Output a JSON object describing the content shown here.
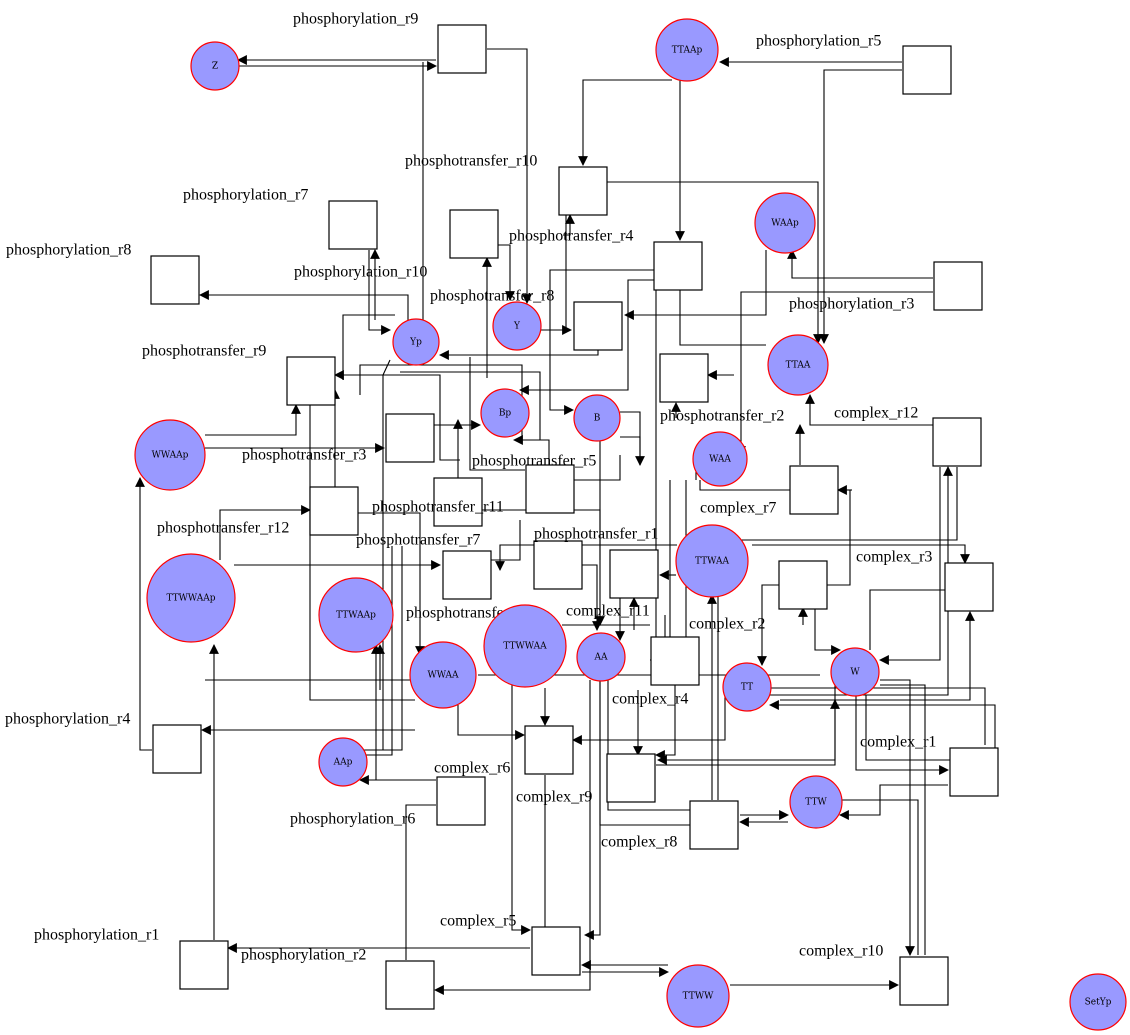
{
  "colors": {
    "species_fill": "#9999ff",
    "species_stroke": "#ff0000",
    "reaction_fill": "#ffffff",
    "edge": "#000000"
  },
  "species": [
    {
      "id": "Z",
      "label": "Z"
    },
    {
      "id": "TTAAp",
      "label": "TTAAp"
    },
    {
      "id": "WAAp",
      "label": "WAAp"
    },
    {
      "id": "Yp",
      "label": "Yp"
    },
    {
      "id": "Y",
      "label": "Y"
    },
    {
      "id": "TTAA",
      "label": "TTAA"
    },
    {
      "id": "Bp",
      "label": "Bp"
    },
    {
      "id": "B",
      "label": "B"
    },
    {
      "id": "WWAAp",
      "label": "WWAAp"
    },
    {
      "id": "WAA",
      "label": "WAA"
    },
    {
      "id": "TTWAA",
      "label": "TTWAA"
    },
    {
      "id": "TTWWAAp",
      "label": "TTWWAAp"
    },
    {
      "id": "TTWAAp",
      "label": "TTWAAp"
    },
    {
      "id": "TTWWAA",
      "label": "TTWWAA"
    },
    {
      "id": "AA",
      "label": "AA"
    },
    {
      "id": "WWAA",
      "label": "WWAA"
    },
    {
      "id": "W",
      "label": "W"
    },
    {
      "id": "TT",
      "label": "TT"
    },
    {
      "id": "AAp",
      "label": "AAp"
    },
    {
      "id": "TTW",
      "label": "TTW"
    },
    {
      "id": "TTWW",
      "label": "TTWW"
    },
    {
      "id": "SetYp",
      "label": "SetYp"
    }
  ],
  "reactions": [
    {
      "id": "phosphorylation_r9",
      "label": "phosphorylation_r9"
    },
    {
      "id": "phosphorylation_r5",
      "label": "phosphorylation_r5"
    },
    {
      "id": "phosphotransfer_r10",
      "label": "phosphotransfer_r10"
    },
    {
      "id": "phosphorylation_r7",
      "label": "phosphorylation_r7"
    },
    {
      "id": "phosphotransfer_r4",
      "label": "phosphotransfer_r4"
    },
    {
      "id": "phosphorylation_r8",
      "label": "phosphorylation_r8"
    },
    {
      "id": "phosphorylation_r10",
      "label": "phosphorylation_r10"
    },
    {
      "id": "phosphotransfer_r8",
      "label": "phosphotransfer_r8"
    },
    {
      "id": "phosphorylation_r3",
      "label": "phosphorylation_r3"
    },
    {
      "id": "phosphotransfer_r9",
      "label": "phosphotransfer_r9"
    },
    {
      "id": "phosphotransfer_r2",
      "label": "phosphotransfer_r2"
    },
    {
      "id": "complex_r12",
      "label": "complex_r12"
    },
    {
      "id": "phosphotransfer_r3",
      "label": "phosphotransfer_r3"
    },
    {
      "id": "phosphotransfer_r5",
      "label": "phosphotransfer_r5"
    },
    {
      "id": "phosphotransfer_r11",
      "label": "phosphotransfer_r11"
    },
    {
      "id": "complex_r7",
      "label": "complex_r7"
    },
    {
      "id": "phosphotransfer_r12",
      "label": "phosphotransfer_r12"
    },
    {
      "id": "phosphotransfer_r7",
      "label": "phosphotransfer_r7"
    },
    {
      "id": "phosphotransfer_r1",
      "label": "phosphotransfer_r1"
    },
    {
      "id": "complex_r3",
      "label": "complex_r3"
    },
    {
      "id": "complex_r11",
      "label": "complex_r11"
    },
    {
      "id": "phosphotransfer_r6",
      "label": "phosphotransfer_r6"
    },
    {
      "id": "complex_r2",
      "label": "complex_r2"
    },
    {
      "id": "complex_r4",
      "label": "complex_r4"
    },
    {
      "id": "phosphorylation_r4",
      "label": "phosphorylation_r4"
    },
    {
      "id": "complex_r1",
      "label": "complex_r1"
    },
    {
      "id": "complex_r6",
      "label": "complex_r6"
    },
    {
      "id": "complex_r9",
      "label": "complex_r9"
    },
    {
      "id": "phosphorylation_r6",
      "label": "phosphorylation_r6"
    },
    {
      "id": "complex_r8",
      "label": "complex_r8"
    },
    {
      "id": "complex_r5",
      "label": "complex_r5"
    },
    {
      "id": "phosphorylation_r1",
      "label": "phosphorylation_r1"
    },
    {
      "id": "phosphorylation_r2",
      "label": "phosphorylation_r2"
    },
    {
      "id": "complex_r10",
      "label": "complex_r10"
    }
  ]
}
